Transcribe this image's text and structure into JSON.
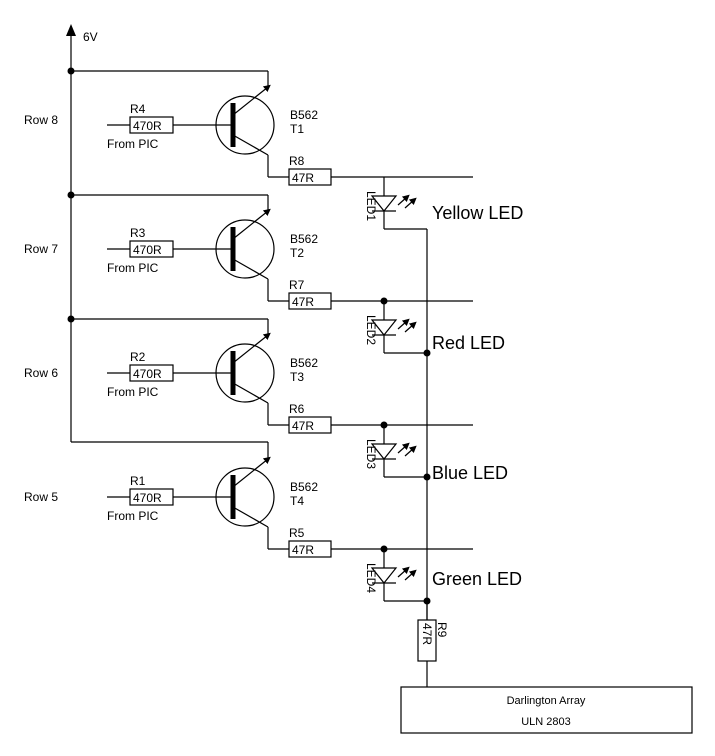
{
  "supply": {
    "label": "6V"
  },
  "rows": [
    {
      "row": "Row 8",
      "resistor": "R4",
      "resistor_value": "470R",
      "source": "From PIC",
      "transistor_part": "B562",
      "transistor": "T1",
      "series_resistor": "R8",
      "series_value": "47R",
      "led": "LED1",
      "color_label": "Yellow LED"
    },
    {
      "row": "Row 7",
      "resistor": "R3",
      "resistor_value": "470R",
      "source": "From PIC",
      "transistor_part": "B562",
      "transistor": "T2",
      "series_resistor": "R7",
      "series_value": "47R",
      "led": "LED2",
      "color_label": "Red LED"
    },
    {
      "row": "Row 6",
      "resistor": "R2",
      "resistor_value": "470R",
      "source": "From PIC",
      "transistor_part": "B562",
      "transistor": "T3",
      "series_resistor": "R6",
      "series_value": "47R",
      "led": "LED3",
      "color_label": "Blue LED"
    },
    {
      "row": "Row 5",
      "resistor": "R1",
      "resistor_value": "470R",
      "source": "From PIC",
      "transistor_part": "B562",
      "transistor": "T4",
      "series_resistor": "R5",
      "series_value": "47R",
      "led": "LED4",
      "color_label": "Green LED"
    }
  ],
  "bottom_resistor": {
    "name": "R9",
    "value": "47R"
  },
  "driver": {
    "line1": "Darlington Array",
    "line2": "ULN 2803"
  }
}
